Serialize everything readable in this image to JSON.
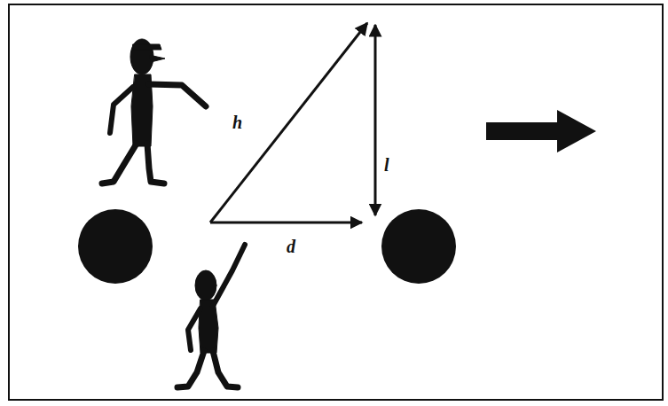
{
  "diagram": {
    "labels": [
      "h",
      "l",
      "d"
    ]
  }
}
